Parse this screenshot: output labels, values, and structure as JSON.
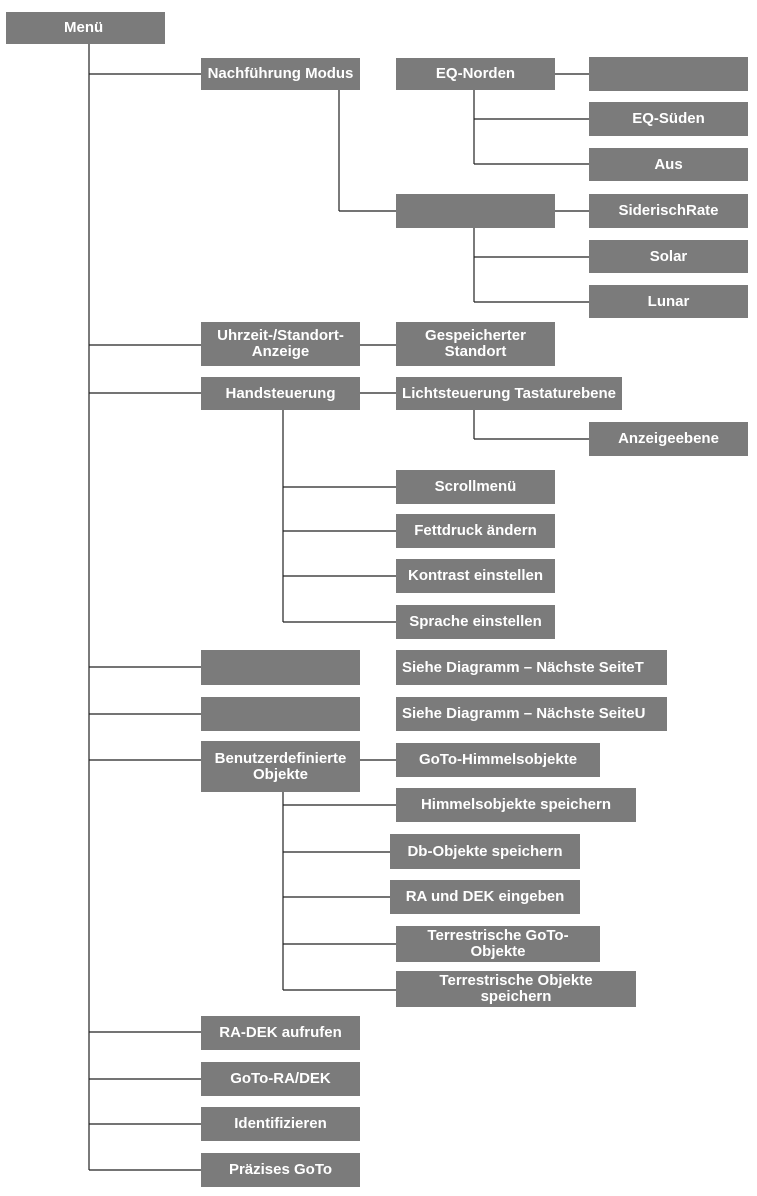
{
  "menu": {
    "title": "Menü"
  },
  "nodes": {
    "tracking": "Nachführung Modus",
    "eq_north": "EQ-Norden",
    "eq_south": "EQ-Süden",
    "off": "Aus",
    "siderisch": "SiderischRate",
    "solar": "Solar",
    "lunar": "Lunar",
    "time_location": "Uhrzeit-/Standort-Anzeige",
    "saved_location": "Gespeicherter Standort",
    "hand_control": "Handsteuerung",
    "light_control": "Lichtsteuerung Tastaturebene",
    "display_level": "Anzeigeebene",
    "scroll_menu": "Scrollmenü",
    "bold_change": "Fettdruck ändern",
    "contrast": "Kontrast einstellen",
    "language": "Sprache einstellen",
    "see_diagram_t": "Siehe Diagramm – Nächste SeiteT",
    "see_diagram_u": "Siehe Diagramm – Nächste SeiteU",
    "user_objects": "Benutzerdefinierte Objekte",
    "goto_sky": "GoTo-Himmelsobjekte",
    "save_sky": "Himmelsobjekte speichern",
    "save_db": "Db-Objekte speichern",
    "enter_ra_dec": "RA und DEK eingeben",
    "terrestrial_goto": "Terrestrische GoTo-Objekte",
    "save_terrestrial": "Terrestrische Objekte speichern",
    "ra_dec_recall": "RA-DEK aufrufen",
    "goto_ra_dec": "GoTo-RA/DEK",
    "identify": "Identifizieren",
    "precise_goto": "Präzises GoTo"
  },
  "colors": {
    "box_fill": "#7b7b7b",
    "text": "#ffffff",
    "line": "#222222"
  }
}
